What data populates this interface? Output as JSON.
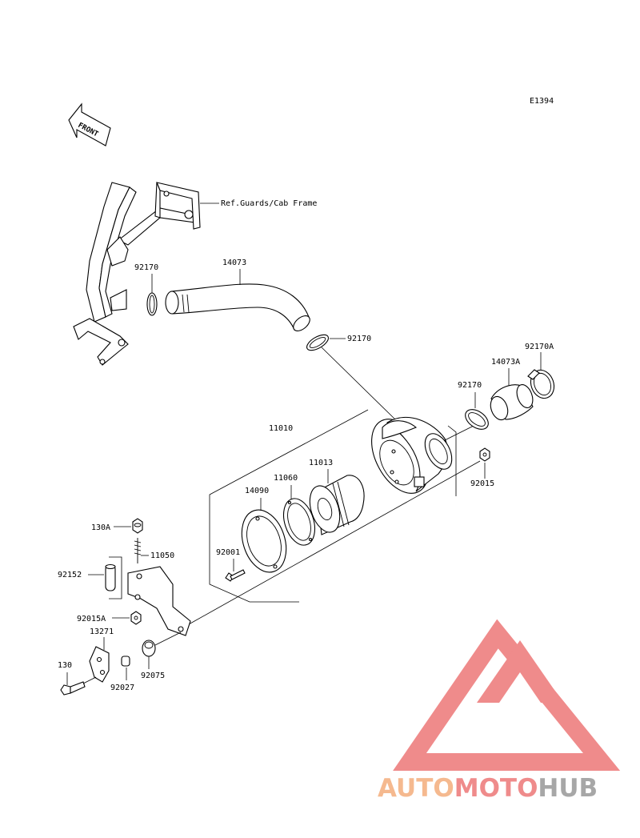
{
  "diagram_code": "E1394",
  "front_label": "FRONT",
  "reference_note": "Ref.Guards/Cab Frame",
  "parts": {
    "p14073": "14073",
    "p92170_top": "92170",
    "p92170_mid": "92170",
    "p92170_right": "92170",
    "p92170A": "92170A",
    "p14073A": "14073A",
    "p11010": "11010",
    "p11013": "11013",
    "p11060": "11060",
    "p14090": "14090",
    "p92015": "92015",
    "p92001": "92001",
    "p130A": "130A",
    "p11050": "11050",
    "p92152": "92152",
    "p92015A": "92015A",
    "p13271": "13271",
    "p130": "130",
    "p92027": "92027",
    "p92075": "92075"
  },
  "watermark": {
    "text_part1": "AUTO",
    "text_part2": "MOTO",
    "text_part3": "HUB",
    "color_orange": "#f5b68a",
    "color_red": "#ef8585",
    "color_gray": "#a3a3a3"
  }
}
